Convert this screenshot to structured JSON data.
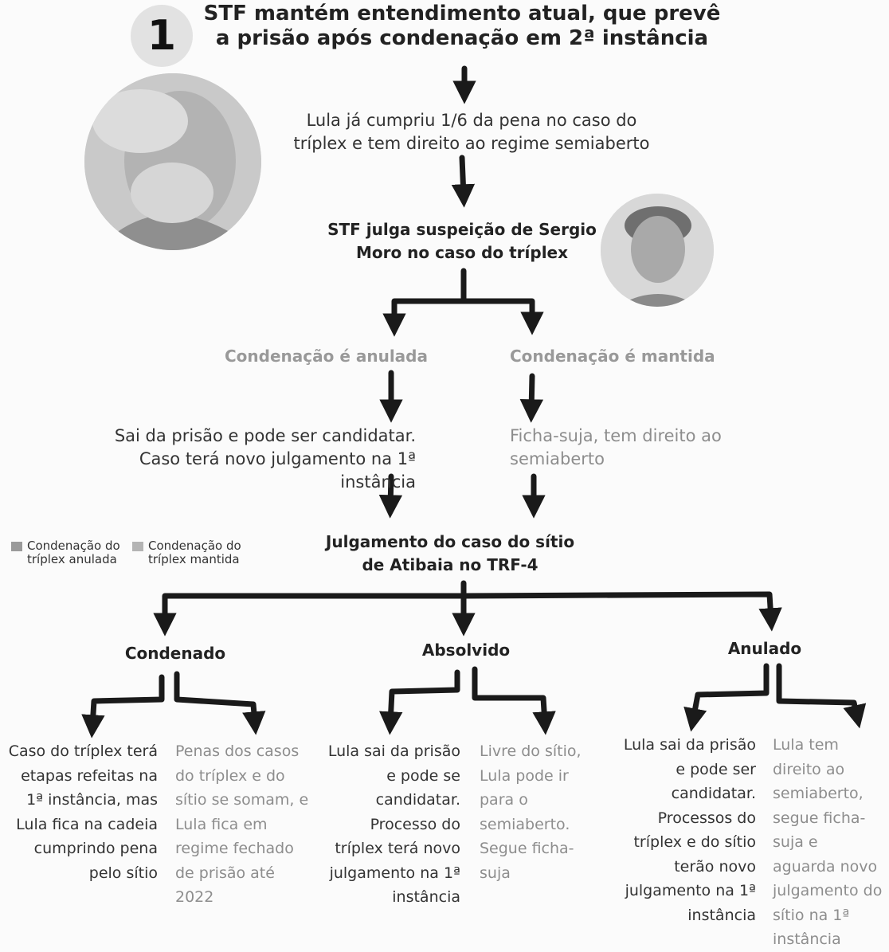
{
  "badge": {
    "number": "1"
  },
  "title": "STF mantém entendimento atual, que prevê a prisão após condenação em 2ª instância",
  "steps": {
    "semiaberto": "Lula já cumpriu 1/6 da pena no caso do tríplex e tem direito ao regime semiaberto",
    "suspeicao": "STF julga suspeição de Sergio Moro no caso do tríplex"
  },
  "branches": {
    "anulada": {
      "label": "Condenação é anulada",
      "result": "Sai da prisão e pode ser candidatar. Caso terá novo julgamento na 1ª instância"
    },
    "mantida": {
      "label": "Condenação é mantida",
      "result": "Ficha-suja, tem direito ao semiaberto"
    }
  },
  "sitio": {
    "label": "Julgamento do caso do sítio de Atibaia no TRF-4"
  },
  "legend": [
    {
      "label": "Condenação do tríplex anulada",
      "color": "#9a9a9a"
    },
    {
      "label": "Condenação do tríplex mantida",
      "color": "#b4b4b4"
    }
  ],
  "outcomes": {
    "condenado": {
      "label": "Condenado",
      "anulada": "Caso do tríplex terá etapas refeitas na 1ª instância, mas Lula fica na cadeia cumprindo pena pelo sítio",
      "mantida": "Penas dos casos do tríplex e do sítio se somam, e Lula fica em regime fechado de prisão até 2022"
    },
    "absolvido": {
      "label": "Absolvido",
      "anulada": "Lula sai da prisão e pode se candidatar. Processo do tríplex terá novo julgamento na 1ª instância",
      "mantida": "Livre do sítio, Lula pode ir para o semiaberto. Segue ficha-suja"
    },
    "anulado": {
      "label": "Anulado",
      "anulada": "Lula sai da prisão e pode ser candidatar. Processos do tríplex e do sítio terão novo julgamento na 1ª instância",
      "mantida": "Lula tem direito ao semiaberto, segue ficha-suja e aguarda novo julgamento do sítio na 1ª instância"
    }
  },
  "colors": {
    "arrow": "#1a1a1a",
    "dark_text": "#333333",
    "light_text": "#8d8d8d"
  }
}
